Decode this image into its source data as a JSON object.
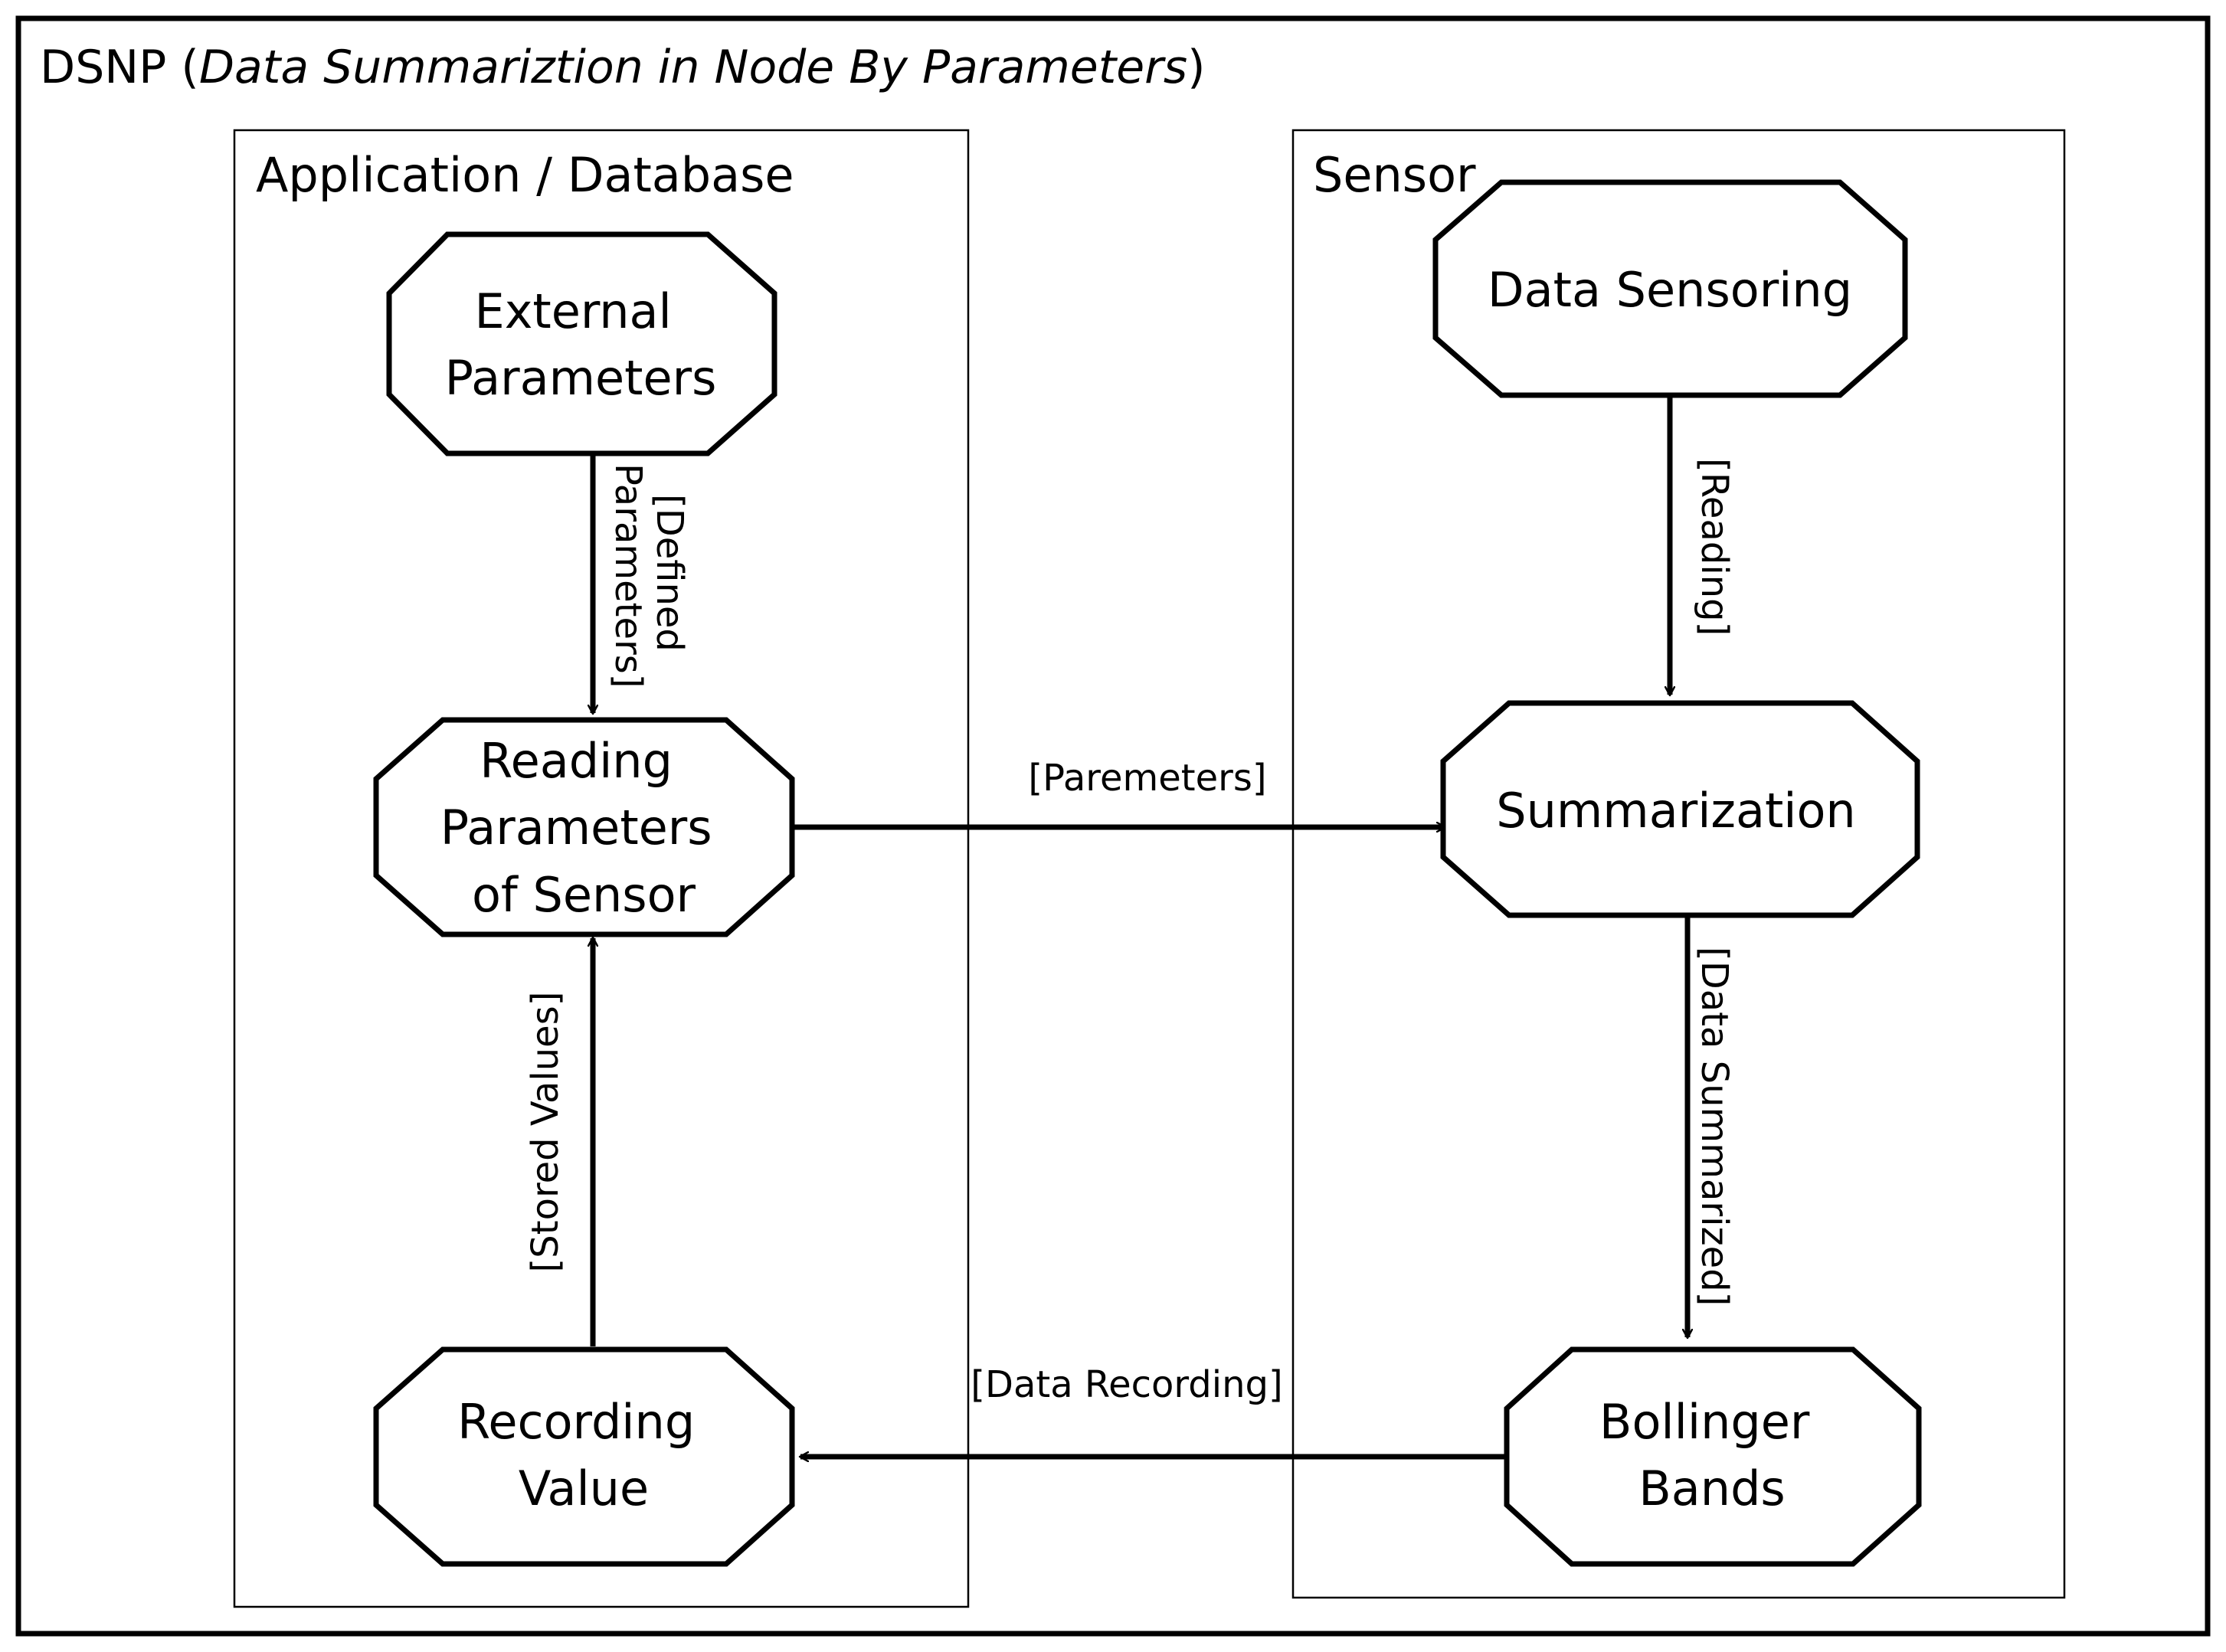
{
  "title": {
    "prefix": "DSNP (",
    "italic": "Data Summariztion in Node By Parameters",
    "suffix": ")"
  },
  "lanes": {
    "app": "Application / Database",
    "sensor": "Sensor"
  },
  "nodes": {
    "external_parameters": [
      "External",
      "Parameters"
    ],
    "reading_parameters": [
      "Reading",
      "Parameters",
      "of Sensor"
    ],
    "recording_value": [
      "Recording",
      "Value"
    ],
    "data_sensoring": [
      "Data Sensoring"
    ],
    "summarization": [
      "Summarization"
    ],
    "bollinger_bands": [
      "Bollinger",
      "Bands"
    ]
  },
  "edges": {
    "defined_parameters": [
      "[Defined",
      "Parameters]"
    ],
    "stored_values": "[Stored  Values]",
    "paremeters": "[Paremeters]",
    "reading": "[Reading]",
    "data_summarized": "[Data Summarized]",
    "data_recording": "[Data Recording]"
  }
}
